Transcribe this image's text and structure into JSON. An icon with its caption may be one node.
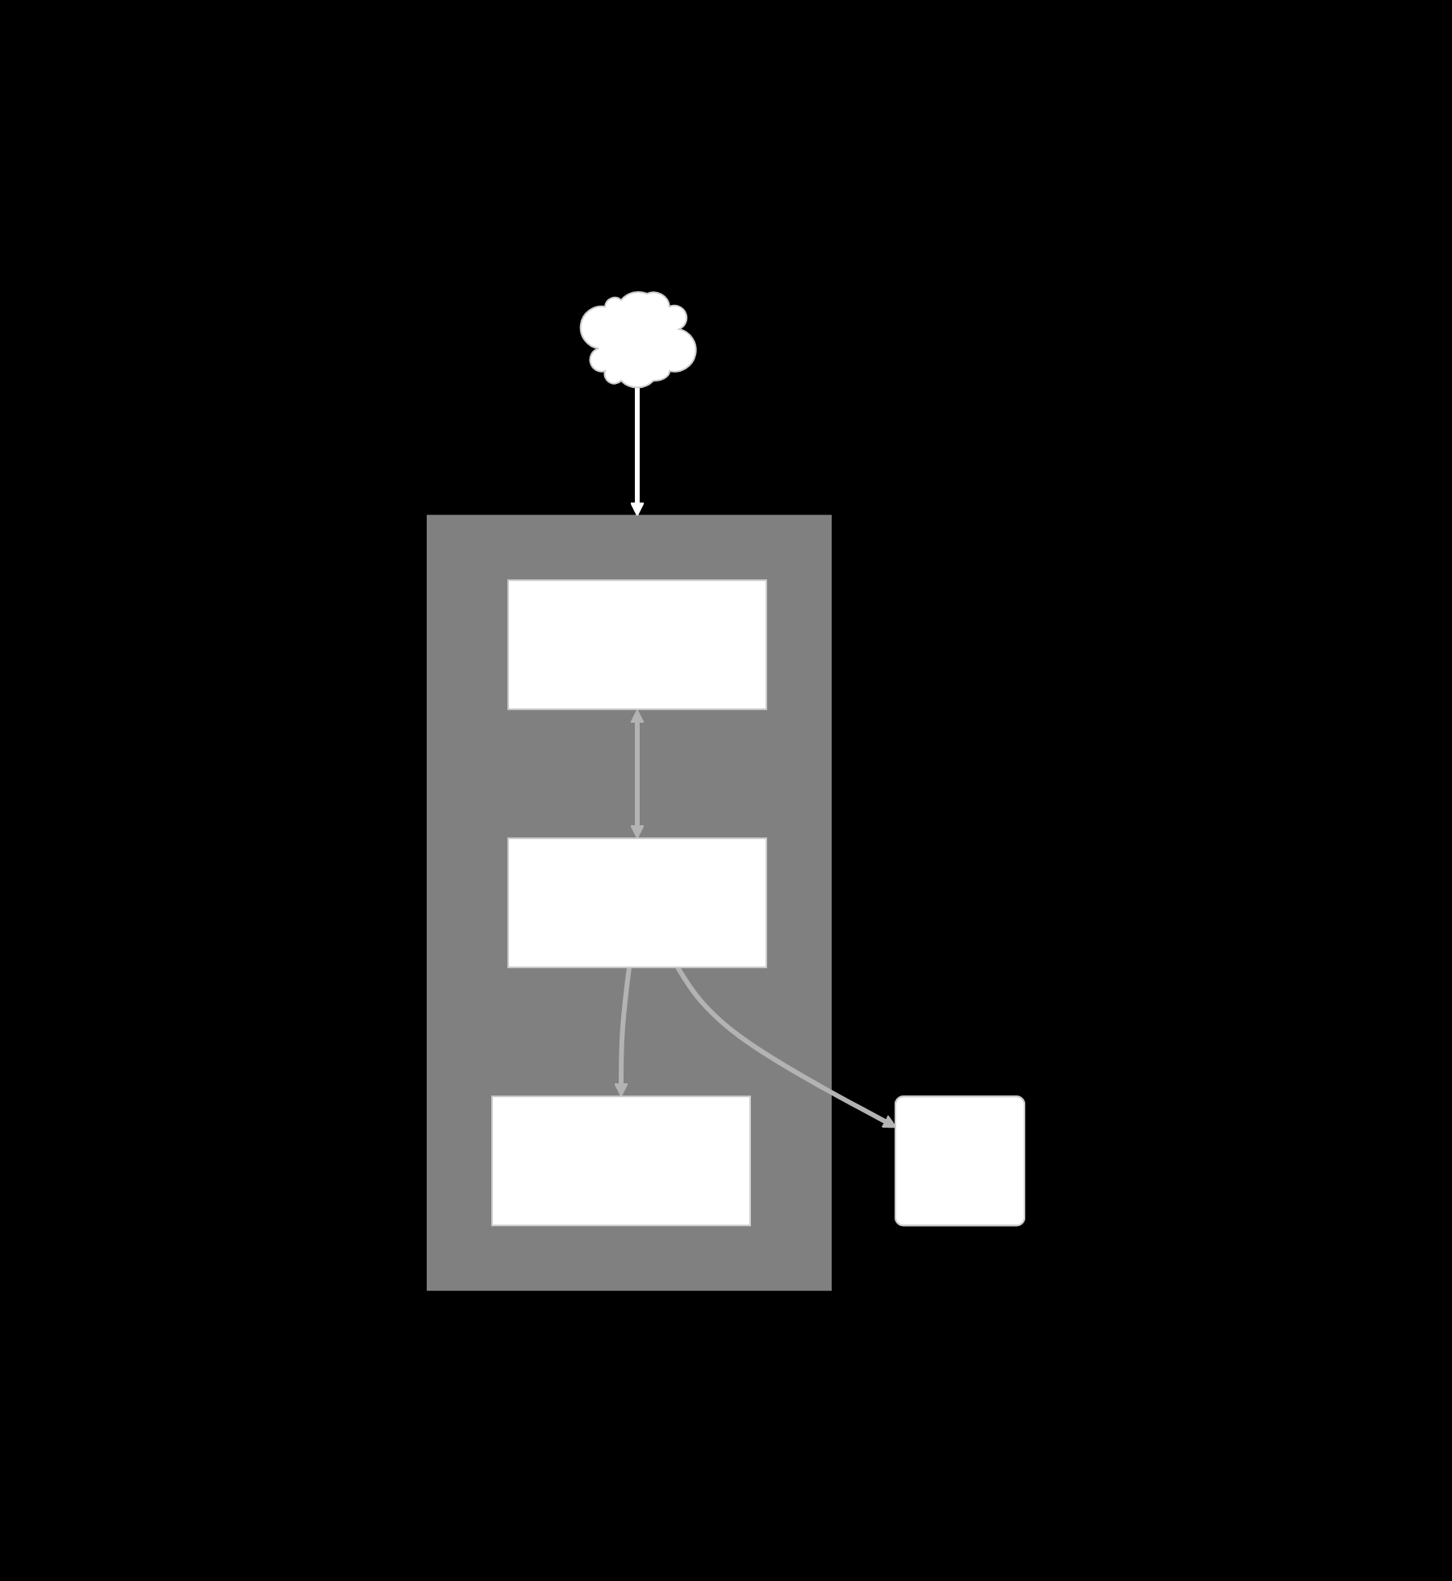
{
  "diagram": {
    "nodes": [
      {
        "text": [],
        "shape": "cloud"
      },
      {
        "text": [],
        "shape": "box"
      },
      {
        "text": [],
        "shape": "box",
        "in": 1
      },
      {
        "text": [],
        "shape": "box",
        "in": 1
      },
      {
        "text": [],
        "shape": "box",
        "in": 1
      },
      {
        "text": [],
        "shape": "box"
      }
    ],
    "edges": [
      {
        "from": 0,
        "to": 1,
        "arrow": "to",
        "color": "#ffffff"
      },
      {
        "from": 2,
        "to": 3,
        "arrow": "both"
      },
      {
        "from": 3,
        "to": 4,
        "arrow": "to"
      },
      {
        "from": 3,
        "to": 5,
        "arrow": "to"
      }
    ]
  }
}
